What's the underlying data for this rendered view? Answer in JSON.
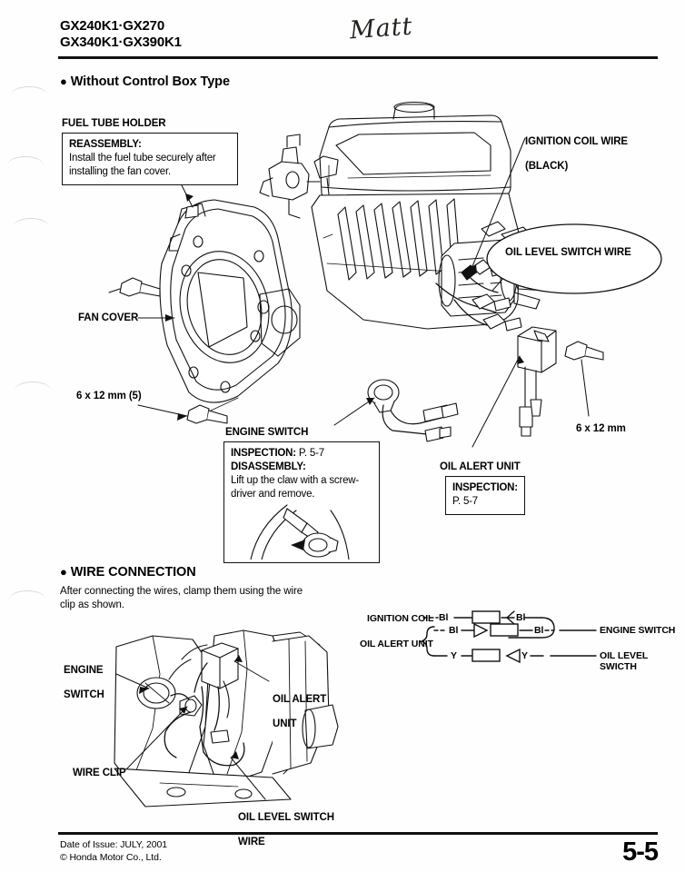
{
  "header": {
    "models_line1": "GX240K1·GX270",
    "models_line2": "GX340K1·GX390K1",
    "handwritten_note": "Matt"
  },
  "section": {
    "bullet": "●",
    "title": "Without Control Box Type"
  },
  "exploded_view": {
    "fuel_tube_holder": {
      "label": "FUEL TUBE HOLDER",
      "note_title": "REASSEMBLY:",
      "note_line1": "Install the fuel tube securely after",
      "note_line2": "installing the fan cover."
    },
    "ignition_coil_wire": {
      "line1": "IGNITION COIL WIRE",
      "line2": "(BLACK)"
    },
    "oil_level_switch_wire": "OIL LEVEL SWITCH WIRE",
    "fan_cover": "FAN COVER",
    "bolt_left": "6 x 12 mm (5)",
    "bolt_right": "6 x 12 mm",
    "engine_switch": {
      "label": "ENGINE SWITCH",
      "note_line1_strong": "INSPECTION:",
      "note_line1_rest": " P. 5-7",
      "note_line2_strong": "DISASSEMBLY:",
      "note_line3": "Lift up the claw with a screw-",
      "note_line4": "driver and remove."
    },
    "oil_alert_unit": {
      "label": "OIL ALERT UNIT",
      "note_line1": "INSPECTION:",
      "note_line2": "P. 5-7"
    }
  },
  "wire_connection": {
    "bullet": "●",
    "title": "WIRE CONNECTION",
    "intro_line1": "After connecting the wires, clamp them using the wire",
    "intro_line2": "clip as shown.",
    "photo_labels": {
      "engine_switch_line1": "ENGINE",
      "engine_switch_line2": "SWITCH",
      "oil_alert_unit_line1": "OIL ALERT",
      "oil_alert_unit_line2": "UNIT",
      "wire_clip": "WIRE CLIP",
      "oil_level_switch_wire_line1": "OIL LEVEL SWITCH",
      "oil_level_switch_wire_line2": "WIRE"
    },
    "schematic": {
      "row1_left_label": "IGNITION COIL",
      "row1_wire_code_a": "Bl",
      "row1_wire_code_b": "Bl",
      "brace_label": "OIL ALERT UNIT",
      "row2_wire_code_a": "Bl",
      "row2_wire_code_b": "Bl",
      "row2_right_label": "ENGINE SWITCH",
      "row3_wire_code_a": "Y",
      "row3_wire_code_b": "Y",
      "row3_right_label": "OIL LEVEL SWICTH"
    }
  },
  "footer": {
    "date_of_issue": "Date of Issue: JULY, 2001",
    "copyright": "© Honda Motor Co., Ltd.",
    "page_number": "5-5"
  }
}
